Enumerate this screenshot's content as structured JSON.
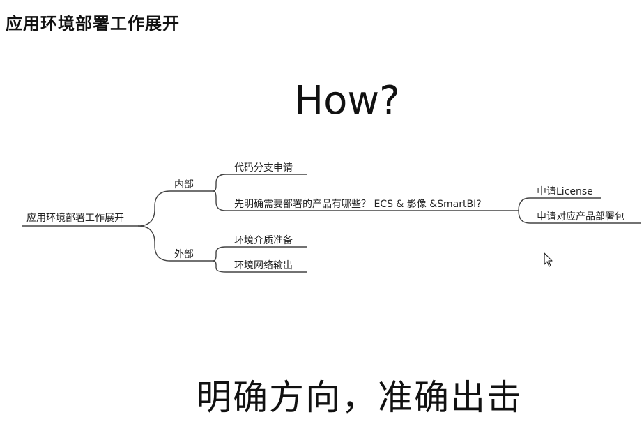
{
  "slide": {
    "title": "应用环境部署工作展开",
    "heading": "How?",
    "slogan": "明确方向，准确出击"
  },
  "mindmap": {
    "root": "应用环境部署工作展开",
    "branches": [
      {
        "label": "内部",
        "children": [
          {
            "label": "代码分支申请"
          },
          {
            "label": "先明确需要部署的产品有哪些？ ECS & 影像 &SmartBI?",
            "children": [
              {
                "label": "申请License"
              },
              {
                "label": "申请对应产品部署包"
              }
            ]
          }
        ]
      },
      {
        "label": "外部",
        "children": [
          {
            "label": "环境介质准备"
          },
          {
            "label": "环境网络输出"
          }
        ]
      }
    ]
  },
  "icons": {
    "cursor": "mouse-pointer-icon"
  }
}
